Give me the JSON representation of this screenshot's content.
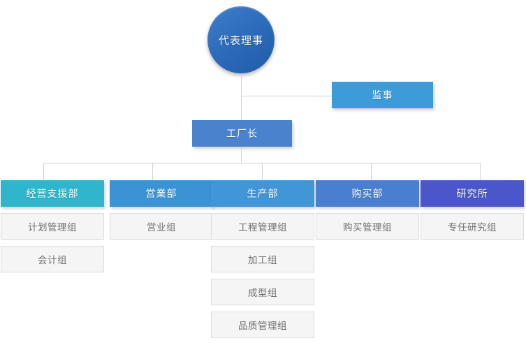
{
  "chart_data": {
    "type": "diagram",
    "title": "组织机构图",
    "root": {
      "label": "代表理事",
      "shape": "circle",
      "color": "#2f6dbd"
    },
    "staff": {
      "label": "监事",
      "color": "#3d9bd9"
    },
    "middle": {
      "label": "工厂长",
      "color": "#4a82cd"
    },
    "departments": [
      {
        "label": "经营支援部",
        "color": "#2fb6cc",
        "teams": [
          "计划管理组",
          "会计组"
        ]
      },
      {
        "label": "営業部",
        "color": "#3b93d4",
        "teams": [
          "営业组"
        ]
      },
      {
        "label": "生产部",
        "color": "#4096d7",
        "teams": [
          "工程管理组",
          "加工组",
          "成型组",
          "品质管理组"
        ]
      },
      {
        "label": "购买部",
        "color": "#4a7fd0",
        "teams": [
          "购买管理组"
        ]
      },
      {
        "label": "研究所",
        "color": "#4a56c9",
        "teams": [
          "专任研究组"
        ]
      }
    ],
    "line_color": "#cfd4d8",
    "team_box_color": "#f5f5f5",
    "team_text_color": "#6e6e6e"
  },
  "nodes": {
    "ceo": "代表理事",
    "supervisor": "监事",
    "factory_manager": "工厂长",
    "dept0": "经营支援部",
    "dept1": "営業部",
    "dept2": "生产部",
    "dept3": "购买部",
    "dept4": "研究所",
    "d0t0": "计划管理组",
    "d0t1": "会计组",
    "d1t0": "営业组",
    "d2t0": "工程管理组",
    "d2t1": "加工组",
    "d2t2": "成型组",
    "d2t3": "品质管理组",
    "d3t0": "购买管理组",
    "d4t0": "专任研究组"
  }
}
